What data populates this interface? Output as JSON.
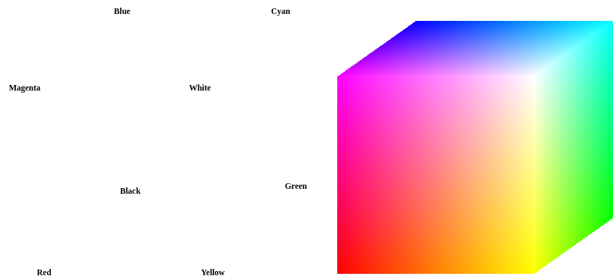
{
  "diagram": {
    "labels": [
      "Blue",
      "Cyan",
      "Magenta",
      "White",
      "Black",
      "Green",
      "Red",
      "Yellow"
    ]
  }
}
